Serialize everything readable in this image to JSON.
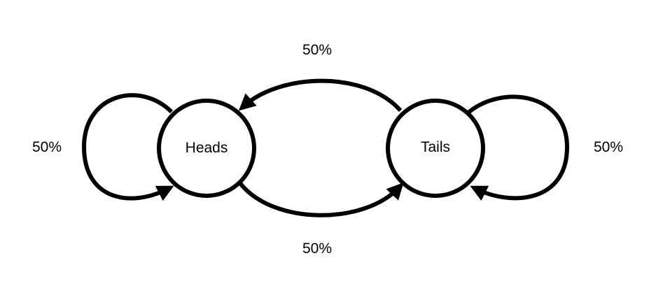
{
  "nodes": {
    "heads": "Heads",
    "tails": "Tails"
  },
  "edges": {
    "heads_to_heads": "50%",
    "tails_to_heads": "50%",
    "heads_to_tails": "50%",
    "tails_to_tails": "50%"
  },
  "colors": {
    "stroke": "#000000",
    "background": "#ffffff"
  }
}
